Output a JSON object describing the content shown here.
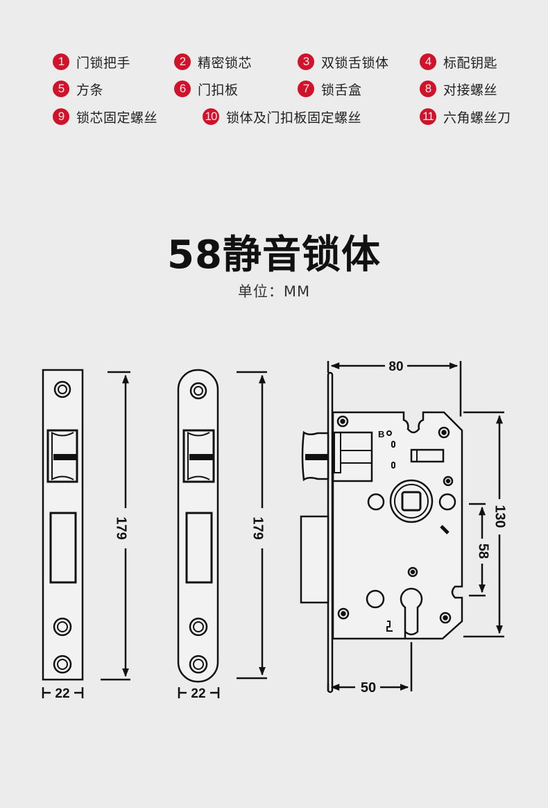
{
  "parts_list": [
    {
      "num": "1",
      "label": "门锁把手"
    },
    {
      "num": "2",
      "label": "精密锁芯"
    },
    {
      "num": "3",
      "label": "双锁舌锁体"
    },
    {
      "num": "4",
      "label": "标配钥匙"
    },
    {
      "num": "5",
      "label": "方条"
    },
    {
      "num": "6",
      "label": "门扣板"
    },
    {
      "num": "7",
      "label": "锁舌盒"
    },
    {
      "num": "8",
      "label": "对接螺丝"
    },
    {
      "num": "9",
      "label": "锁芯固定螺丝"
    },
    {
      "num": "10",
      "label": "锁体及门扣板固定螺丝"
    },
    {
      "num": "11",
      "label": "六角螺丝刀"
    }
  ],
  "title": "58静音锁体",
  "unit": "单位：MM",
  "accent_color": "#d0132b",
  "dimensions": {
    "faceplate_square": {
      "height": "179",
      "width": "22"
    },
    "faceplate_round": {
      "height": "179",
      "width": "22"
    },
    "lock_body": {
      "width": "80",
      "height": "130",
      "center_distance": "58",
      "backset": "50"
    }
  }
}
